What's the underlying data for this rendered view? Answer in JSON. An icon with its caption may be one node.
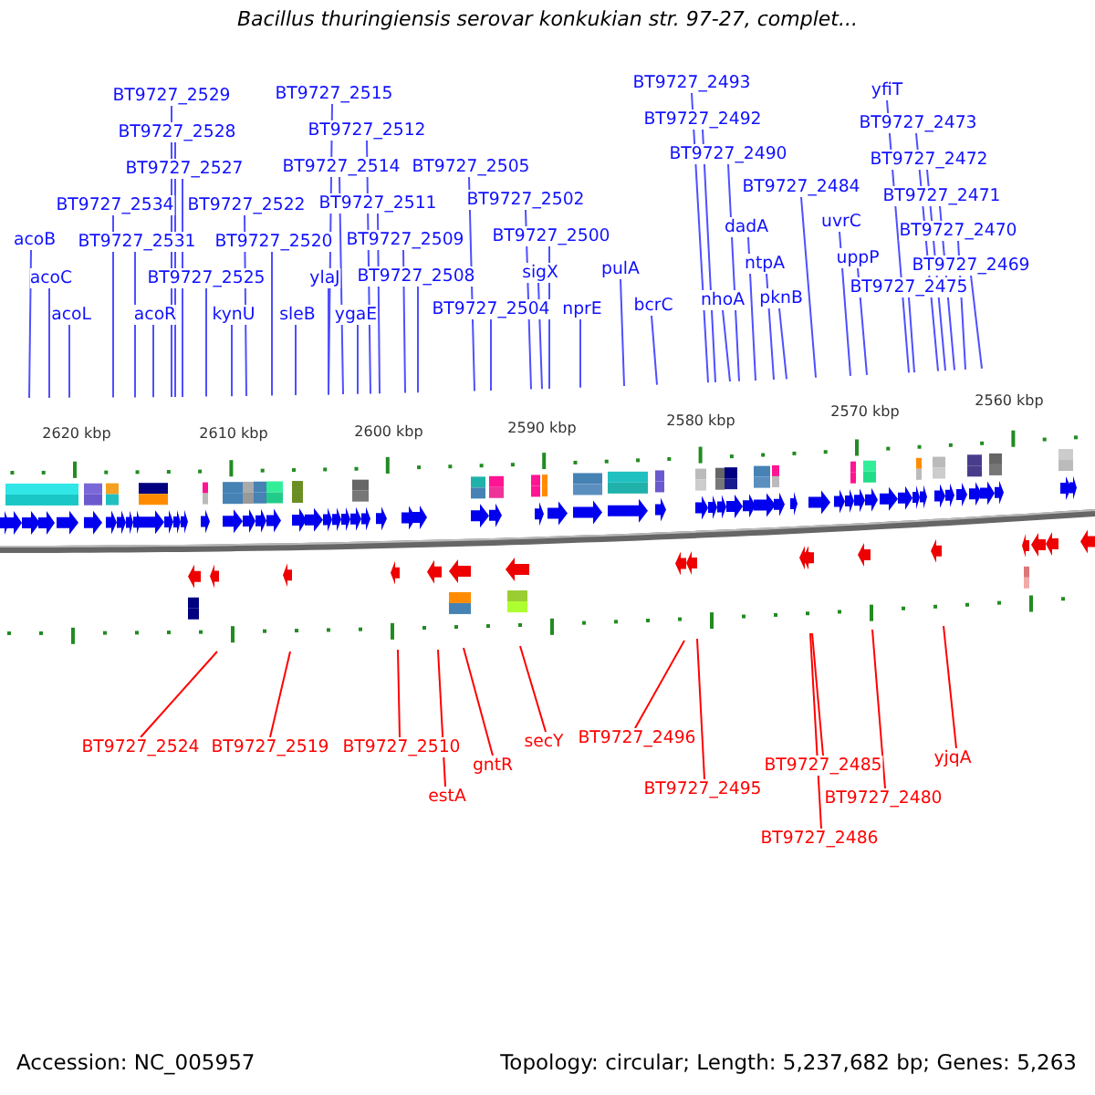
{
  "diagram": {
    "title": "Bacillus thuringiensis serovar konkukian str. 97-27, complet...",
    "nodes": [
      {
        "text": [
          "acoB"
        ]
      },
      {
        "text": [
          "acoC"
        ]
      },
      {
        "text": [
          "acoL"
        ]
      },
      {
        "text": [
          "BT9727_2534"
        ]
      },
      {
        "text": [
          "BT9727_2531"
        ]
      },
      {
        "text": [
          "acoR"
        ]
      },
      {
        "text": [
          "BT9727_2529"
        ]
      },
      {
        "text": [
          "BT9727_2528"
        ]
      },
      {
        "text": [
          "BT9727_2527"
        ]
      },
      {
        "text": [
          "BT9727_2525"
        ]
      },
      {
        "text": [
          "BT9727_2522"
        ]
      },
      {
        "text": [
          "kynU"
        ]
      },
      {
        "text": [
          "BT9727_2520"
        ]
      },
      {
        "text": [
          "sleB"
        ]
      },
      {
        "text": [
          "BT9727_2515"
        ]
      },
      {
        "text": [
          "BT9727_2512"
        ]
      },
      {
        "text": [
          "BT9727_2514"
        ]
      },
      {
        "text": [
          "ylaJ"
        ]
      },
      {
        "text": [
          "BT9727_2511"
        ]
      },
      {
        "text": [
          "ygaE"
        ]
      },
      {
        "text": [
          "BT9727_2509"
        ]
      },
      {
        "text": [
          "BT9727_2508"
        ]
      },
      {
        "text": [
          "BT9727_2505"
        ]
      },
      {
        "text": [
          "BT9727_2504"
        ]
      },
      {
        "text": [
          "BT9727_2502"
        ]
      },
      {
        "text": [
          "BT9727_2500"
        ]
      },
      {
        "text": [
          "sigX"
        ]
      },
      {
        "text": [
          "nprE"
        ]
      },
      {
        "text": [
          "pulA"
        ]
      },
      {
        "text": [
          "bcrC"
        ]
      },
      {
        "text": [
          "BT9727_2493"
        ]
      },
      {
        "text": [
          "BT9727_2492"
        ]
      },
      {
        "text": [
          "BT9727_2490"
        ]
      },
      {
        "text": [
          "nhoA"
        ]
      },
      {
        "text": [
          "dadA"
        ]
      },
      {
        "text": [
          "ntpA"
        ]
      },
      {
        "text": [
          "pknB"
        ]
      },
      {
        "text": [
          "BT9727_2484"
        ]
      },
      {
        "text": [
          "uvrC"
        ]
      },
      {
        "text": [
          "uppP"
        ]
      },
      {
        "text": [
          "BT9727_2475"
        ]
      },
      {
        "text": [
          "yfiT"
        ]
      },
      {
        "text": [
          "BT9727_2473"
        ]
      },
      {
        "text": [
          "BT9727_2472"
        ]
      },
      {
        "text": [
          "BT9727_2471"
        ]
      },
      {
        "text": [
          "BT9727_2470"
        ]
      },
      {
        "text": [
          "BT9727_2469"
        ]
      },
      {
        "text": [
          "BT9727_2524"
        ]
      },
      {
        "text": [
          "BT9727_2519"
        ]
      },
      {
        "text": [
          "BT9727_2510"
        ]
      },
      {
        "text": [
          "estA"
        ]
      },
      {
        "text": [
          "gntR"
        ]
      },
      {
        "text": [
          "secY"
        ]
      },
      {
        "text": [
          "BT9727_2496"
        ]
      },
      {
        "text": [
          "BT9727_2495"
        ]
      },
      {
        "text": [
          "BT9727_2485"
        ]
      },
      {
        "text": [
          "BT9727_2486"
        ]
      },
      {
        "text": [
          "BT9727_2480"
        ]
      },
      {
        "text": [
          "yjqA"
        ]
      }
    ],
    "edges": [
      {
        "from": 0,
        "to": null,
        "arrow": "none"
      },
      {
        "from": 1,
        "to": null,
        "arrow": "none"
      },
      {
        "from": 2,
        "to": null,
        "arrow": "none"
      },
      {
        "from": 3,
        "to": null,
        "arrow": "none"
      },
      {
        "from": 4,
        "to": null,
        "arrow": "none"
      },
      {
        "from": 5,
        "to": null,
        "arrow": "none"
      },
      {
        "from": 6,
        "to": null,
        "arrow": "none"
      },
      {
        "from": 7,
        "to": null,
        "arrow": "none"
      },
      {
        "from": 8,
        "to": null,
        "arrow": "none"
      },
      {
        "from": 9,
        "to": null,
        "arrow": "none"
      },
      {
        "from": 10,
        "to": null,
        "arrow": "none"
      },
      {
        "from": 11,
        "to": null,
        "arrow": "none"
      },
      {
        "from": 12,
        "to": null,
        "arrow": "none"
      },
      {
        "from": 13,
        "to": null,
        "arrow": "none"
      },
      {
        "from": 14,
        "to": null,
        "arrow": "none"
      },
      {
        "from": 15,
        "to": null,
        "arrow": "none"
      },
      {
        "from": 16,
        "to": null,
        "arrow": "none"
      },
      {
        "from": 17,
        "to": null,
        "arrow": "none"
      },
      {
        "from": 18,
        "to": null,
        "arrow": "none"
      },
      {
        "from": 19,
        "to": null,
        "arrow": "none"
      },
      {
        "from": 20,
        "to": null,
        "arrow": "none"
      },
      {
        "from": 21,
        "to": null,
        "arrow": "none"
      },
      {
        "from": 22,
        "to": null,
        "arrow": "none"
      },
      {
        "from": 23,
        "to": null,
        "arrow": "none"
      },
      {
        "from": 24,
        "to": null,
        "arrow": "none"
      },
      {
        "from": 25,
        "to": null,
        "arrow": "none"
      },
      {
        "from": 26,
        "to": null,
        "arrow": "none"
      },
      {
        "from": 27,
        "to": null,
        "arrow": "none"
      },
      {
        "from": 28,
        "to": null,
        "arrow": "none"
      },
      {
        "from": 29,
        "to": null,
        "arrow": "none"
      },
      {
        "from": 30,
        "to": null,
        "arrow": "none"
      },
      {
        "from": 31,
        "to": null,
        "arrow": "none"
      },
      {
        "from": 32,
        "to": null,
        "arrow": "none"
      },
      {
        "from": 33,
        "to": null,
        "arrow": "none"
      },
      {
        "from": 34,
        "to": null,
        "arrow": "none"
      },
      {
        "from": 35,
        "to": null,
        "arrow": "none"
      },
      {
        "from": 36,
        "to": null,
        "arrow": "none"
      },
      {
        "from": 37,
        "to": null,
        "arrow": "none"
      },
      {
        "from": 38,
        "to": null,
        "arrow": "none"
      },
      {
        "from": 39,
        "to": null,
        "arrow": "none"
      },
      {
        "from": 40,
        "to": null,
        "arrow": "none"
      },
      {
        "from": 41,
        "to": null,
        "arrow": "none"
      },
      {
        "from": 42,
        "to": null,
        "arrow": "none"
      },
      {
        "from": 43,
        "to": null,
        "arrow": "none"
      },
      {
        "from": 44,
        "to": null,
        "arrow": "none"
      },
      {
        "from": 45,
        "to": null,
        "arrow": "none"
      },
      {
        "from": 46,
        "to": null,
        "arrow": "none"
      },
      {
        "from": 47,
        "to": null,
        "arrow": "none",
        "color": "#ff0000"
      },
      {
        "from": 48,
        "to": null,
        "arrow": "none",
        "color": "#ff0000"
      },
      {
        "from": 49,
        "to": null,
        "arrow": "none",
        "color": "#ff0000"
      },
      {
        "from": 50,
        "to": null,
        "arrow": "none",
        "color": "#ff0000"
      },
      {
        "from": 51,
        "to": null,
        "arrow": "none",
        "color": "#ff0000"
      },
      {
        "from": 52,
        "to": null,
        "arrow": "none",
        "color": "#ff0000"
      },
      {
        "from": 53,
        "to": null,
        "arrow": "none",
        "color": "#ff0000"
      },
      {
        "from": 54,
        "to": null,
        "arrow": "none",
        "color": "#ff0000"
      },
      {
        "from": 55,
        "to": null,
        "arrow": "none",
        "color": "#ff0000"
      },
      {
        "from": 56,
        "to": null,
        "arrow": "none",
        "color": "#ff0000"
      },
      {
        "from": 57,
        "to": null,
        "arrow": "none",
        "color": "#ff0000"
      },
      {
        "from": 58,
        "to": null,
        "arrow": "none",
        "color": "#ff0000"
      }
    ],
    "labels": [
      "2620 kbp",
      "2610 kbp",
      "2600 kbp",
      "2590 kbp",
      "2580 kbp",
      "2570 kbp",
      "2560 kbp",
      "Accession: NC_005957",
      "Topology: circular; Length: 5,237,682 bp; Genes: 5,263"
    ]
  }
}
